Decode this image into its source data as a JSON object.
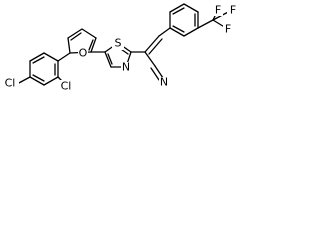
{
  "molecule": {
    "labels": {
      "cl_top": "Cl",
      "cl_left": "Cl",
      "o_furan": "O",
      "s_thiazole": "S",
      "n_thiazole": "N",
      "n_nitrile": "N",
      "f_top_left": "F",
      "f_top_right": "F",
      "f_right": "F"
    }
  }
}
